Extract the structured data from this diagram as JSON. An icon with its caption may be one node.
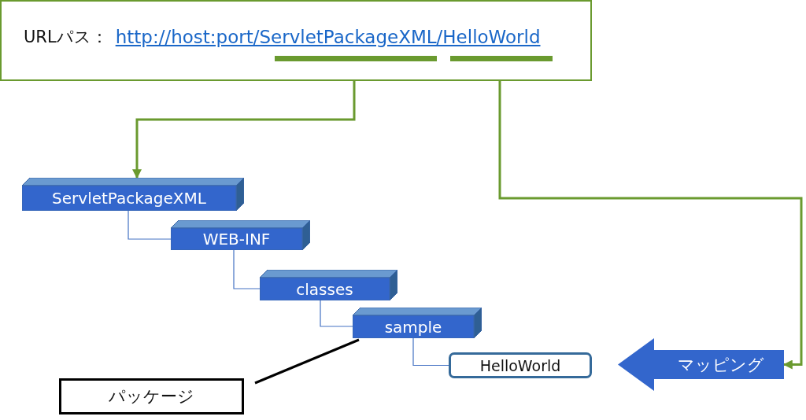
{
  "diagram": {
    "nodes": [
      {
        "text": [
          "URLパス：",
          "http://host:port/ServletPackageXML/HelloWorld"
        ]
      },
      {
        "text": [],
        "shape": "bar",
        "in": 0
      },
      {
        "text": [],
        "shape": "bar",
        "in": 0
      },
      {
        "text": [
          "ServletPackageXML"
        ]
      },
      {
        "text": [
          "WEB-INF"
        ]
      },
      {
        "text": [
          "classes"
        ]
      },
      {
        "text": [
          "sample"
        ]
      },
      {
        "text": [
          "HelloWorld"
        ]
      },
      {
        "text": [
          "マッピング"
        ]
      },
      {
        "text": [
          "パッケージ"
        ]
      }
    ],
    "edges": [
      {
        "from": 1,
        "to": 3,
        "arrow": "to",
        "style": "thick",
        "color": "#6a9a2f"
      },
      {
        "from": 2,
        "to": 8,
        "arrow": "to",
        "style": "thick",
        "color": "#6a9a2f"
      },
      {
        "from": 3,
        "to": 4,
        "arrow": "none"
      },
      {
        "from": 4,
        "to": 5,
        "arrow": "none"
      },
      {
        "from": 5,
        "to": 6,
        "arrow": "none"
      },
      {
        "from": 6,
        "to": 7,
        "arrow": "none"
      },
      {
        "from": 9,
        "to": 6,
        "arrow": "none",
        "style": "thick",
        "color": "#000000"
      }
    ]
  }
}
